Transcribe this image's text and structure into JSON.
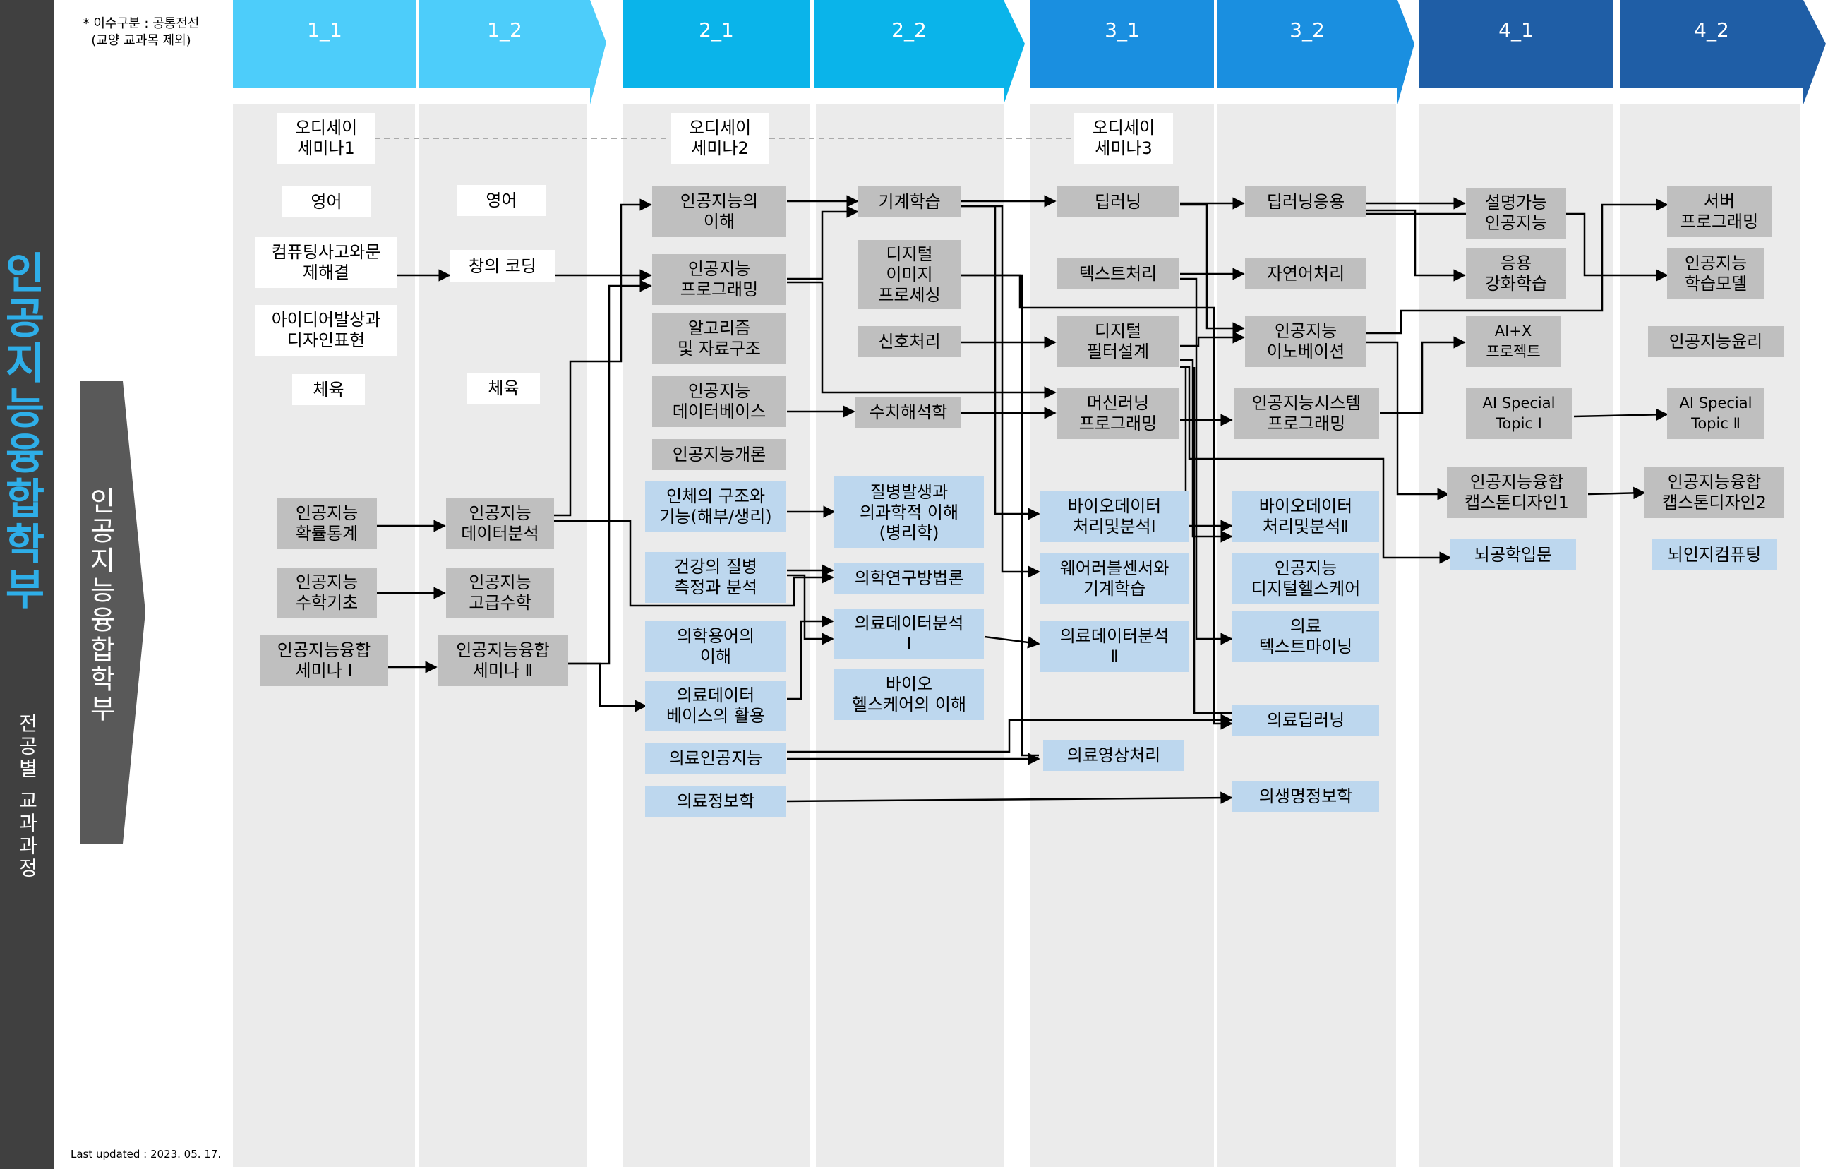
{
  "title": "인공지능융합학부",
  "subtitle": "전공별 교과과정",
  "arrow_label": "인공지능융합학부",
  "note": "* 이수구분 : 공통전선\n(교양 교과목 제외)",
  "footer": "Last updated : 2023. 05. 17.",
  "colors": {
    "gray_box": "#bfbfbf",
    "blue_box": "#bdd7ee",
    "white_box": "#ffffff",
    "title_blue": "#2eaee8",
    "left_bar": "#404040"
  },
  "semesters": [
    "1_1",
    "1_2",
    "2_1",
    "2_2",
    "3_1",
    "3_2",
    "4_1",
    "4_2"
  ],
  "courses": {
    "odissey1": "오디세이\n세미나1",
    "odissey2": "오디세이\n세미나2",
    "odissey3": "오디세이\n세미나3",
    "eng1": "영어",
    "eng2": "영어",
    "computing": "컴퓨팅사고와문\n제해결",
    "idea": "아이디어발상과\n디자인표현",
    "pe1": "체육",
    "pe2": "체육",
    "creative": "창의 코딩",
    "ai_prob": "인공지능\n확률통계",
    "ai_math": "인공지능\n수학기초",
    "seminar1": "인공지능융합\n세미나 Ⅰ",
    "ai_data_anal": "인공지능\n데이터분석",
    "ai_adv_math": "인공지능\n고급수학",
    "seminar2": "인공지능융합\n세미나 Ⅱ",
    "ai_intro_under": "인공지능의\n이해",
    "ai_prog": "인공지능\n프로그래밍",
    "algo": "알고리즘\n및 자료구조",
    "ai_db": "인공지능\n데이터베이스",
    "ai_intro": "인공지능개론",
    "anatomy": "인체의 구조와\n기능(해부/생리)",
    "health_measure": "건강의 질병\n측정과 분석",
    "med_term": "의학용어의\n이해",
    "med_db": "의료데이터\n베이스의 활용",
    "med_ai": "의료인공지능",
    "med_info": "의료정보학",
    "ml": "기계학습",
    "dip": "디지털\n이미지\n프로세싱",
    "signal": "신호처리",
    "numerical": "수치해석학",
    "pathology": "질병발생과\n의과학적 이해\n(병리학)",
    "research_method": "의학연구방법론",
    "med_data1": "의료데이터분석\nⅠ",
    "bio_health": "바이오\n헬스케어의 이해",
    "dl": "딥러닝",
    "text_proc": "텍스트처리",
    "dfd": "디지털\n필터설계",
    "ml_prog": "머신러닝\n프로그래밍",
    "bio_data1": "바이오데이터\n처리및분석Ⅰ",
    "wearable": "웨어러블센서와\n기계학습",
    "med_data2": "의료데이터분석\nⅡ",
    "med_image": "의료영상처리",
    "dl_app": "딥러닝응용",
    "nlp": "자연어처리",
    "ai_innov": "인공지능\n이노베이션",
    "ai_sys_prog": "인공지능시스템\n프로그래밍",
    "bio_data2": "바이오데이터\n처리및분석Ⅱ",
    "ai_digital_health": "인공지능\n디지털헬스케어",
    "med_text": "의료\n텍스트마이닝",
    "med_dl": "의료딥러닝",
    "biomed_info": "의생명정보학",
    "xai": "설명가능\n인공지능",
    "applied_rl": "응용\n강화학습",
    "aix_project": "AI+X\n프로젝트",
    "ai_special1": "AI Special\nTopic Ⅰ",
    "capstone1": "인공지능융합\n캡스톤디자인1",
    "brain_eng": "뇌공학입문",
    "server_prog": "서버\n프로그래밍",
    "ai_model": "인공지능\n학습모델",
    "ai_ethics": "인공지능윤리",
    "ai_special2": "AI Special\nTopic Ⅱ",
    "capstone2": "인공지능융합\n캡스톤디자인2",
    "neuro": "뇌인지컴퓨팅"
  }
}
